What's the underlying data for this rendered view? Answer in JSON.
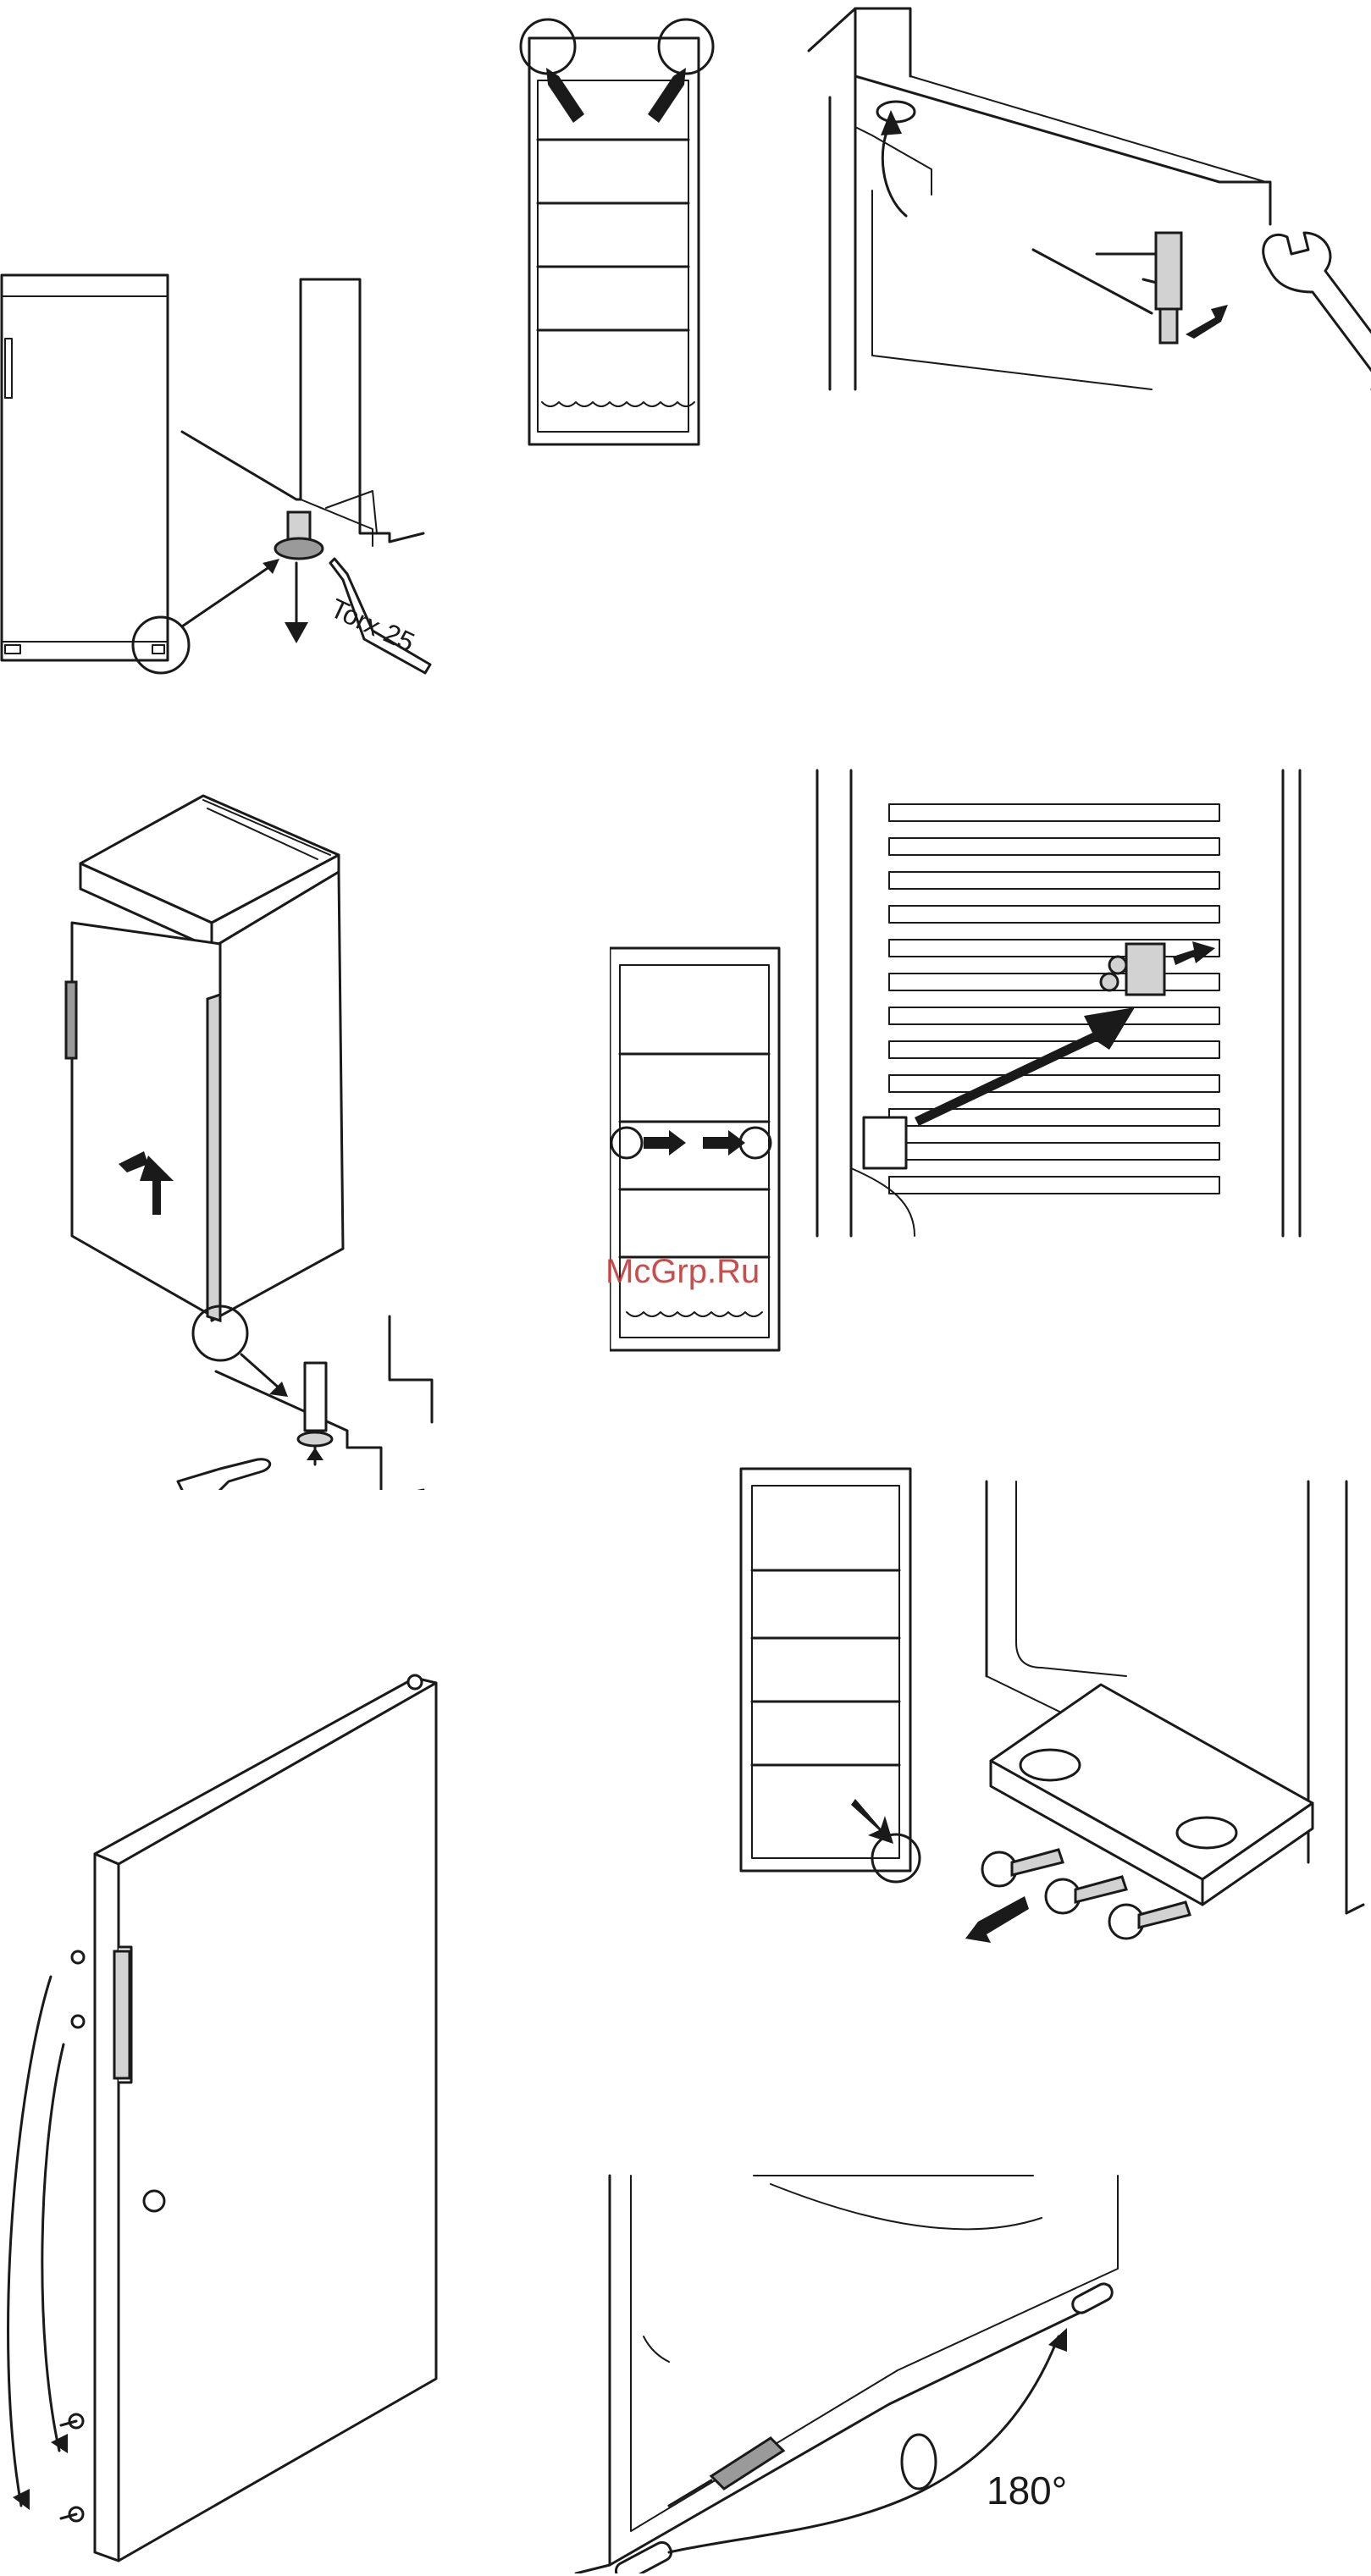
{
  "labels": {
    "tool": "Torx 25",
    "rotation": "180°",
    "watermark": "McGrp.Ru"
  },
  "figures": [
    {
      "id": "fig1",
      "icon": "cabinet-foot-removal"
    },
    {
      "id": "fig2",
      "icon": "top-hinge-corners"
    },
    {
      "id": "fig3",
      "icon": "top-hinge-pin-wrench"
    },
    {
      "id": "fig4",
      "icon": "door-lift-off"
    },
    {
      "id": "fig5",
      "icon": "inner-bracket-swap"
    },
    {
      "id": "fig6",
      "icon": "bottom-bracket-screws"
    },
    {
      "id": "fig7",
      "icon": "door-handle-relocation"
    },
    {
      "id": "fig8",
      "icon": "bottom-cover-rotate"
    }
  ]
}
